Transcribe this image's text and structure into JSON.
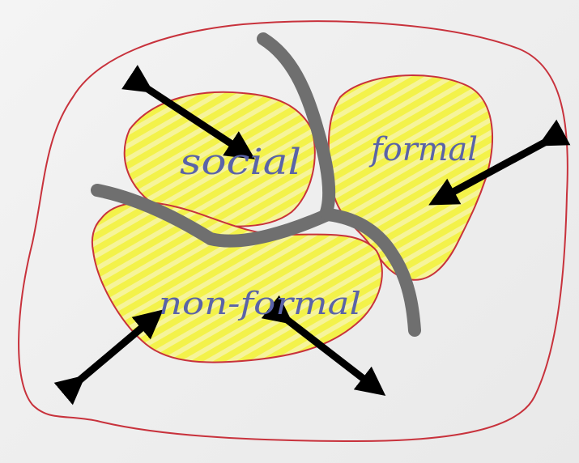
{
  "diagram": {
    "labels": {
      "social": "social",
      "formal": "formal",
      "non_formal": "non-formal"
    },
    "colors": {
      "paper": "#efefef",
      "outline_red": "#c8323c",
      "highlighter_yellow": "#f3f24a",
      "divider_gray": "#6f6f6f",
      "arrow_black": "#000000",
      "ink_blue": "#5a63a8"
    }
  }
}
